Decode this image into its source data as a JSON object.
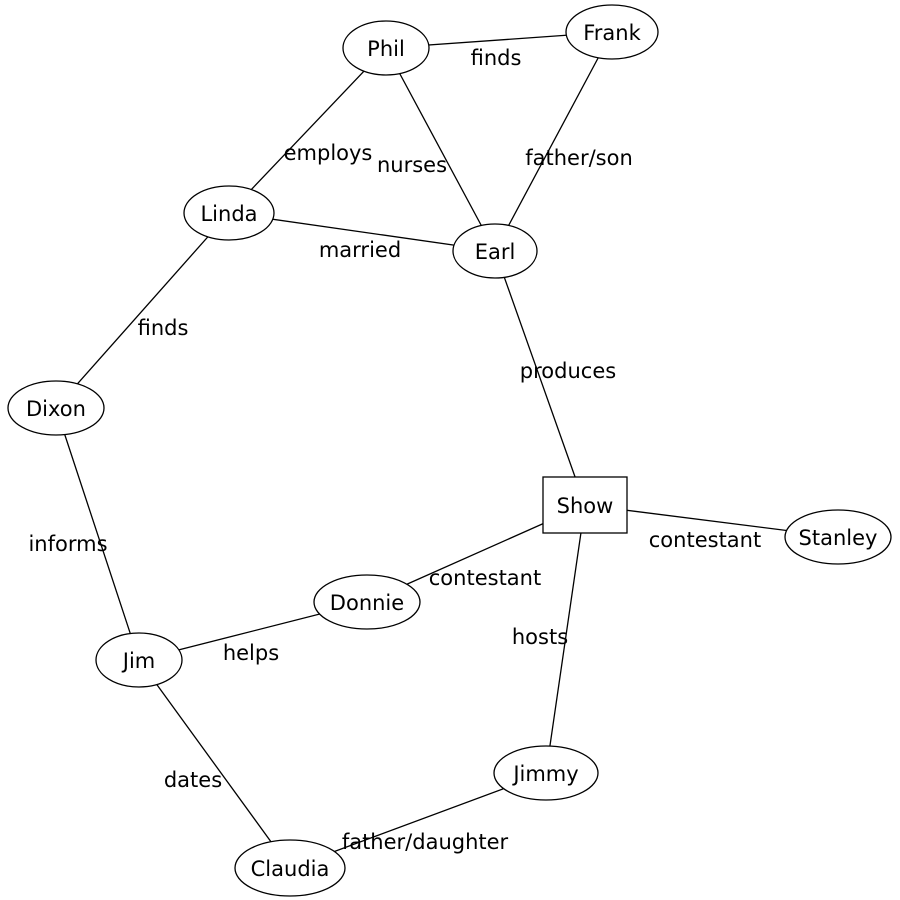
{
  "nodes": [
    {
      "id": "phil",
      "label": "Phil",
      "shape": "ellipse"
    },
    {
      "id": "frank",
      "label": "Frank",
      "shape": "ellipse"
    },
    {
      "id": "linda",
      "label": "Linda",
      "shape": "ellipse"
    },
    {
      "id": "earl",
      "label": "Earl",
      "shape": "ellipse"
    },
    {
      "id": "dixon",
      "label": "Dixon",
      "shape": "ellipse"
    },
    {
      "id": "show",
      "label": "Show",
      "shape": "box"
    },
    {
      "id": "stanley",
      "label": "Stanley",
      "shape": "ellipse"
    },
    {
      "id": "donnie",
      "label": "Donnie",
      "shape": "ellipse"
    },
    {
      "id": "jim",
      "label": "Jim",
      "shape": "ellipse"
    },
    {
      "id": "jimmy",
      "label": "Jimmy",
      "shape": "ellipse"
    },
    {
      "id": "claudia",
      "label": "Claudia",
      "shape": "ellipse"
    }
  ],
  "edges": [
    {
      "from": "phil",
      "to": "frank",
      "label": "finds"
    },
    {
      "from": "frank",
      "to": "earl",
      "label": "father/son"
    },
    {
      "from": "phil",
      "to": "linda",
      "label": "employs"
    },
    {
      "from": "phil",
      "to": "earl",
      "label": "nurses"
    },
    {
      "from": "linda",
      "to": "earl",
      "label": "married"
    },
    {
      "from": "linda",
      "to": "dixon",
      "label": "finds"
    },
    {
      "from": "earl",
      "to": "show",
      "label": "produces"
    },
    {
      "from": "dixon",
      "to": "jim",
      "label": "informs"
    },
    {
      "from": "show",
      "to": "stanley",
      "label": "contestant"
    },
    {
      "from": "show",
      "to": "donnie",
      "label": "contestant"
    },
    {
      "from": "show",
      "to": "jimmy",
      "label": "hosts"
    },
    {
      "from": "jim",
      "to": "donnie",
      "label": "helps"
    },
    {
      "from": "jim",
      "to": "claudia",
      "label": "dates"
    },
    {
      "from": "claudia",
      "to": "jimmy",
      "label": "father/daughter"
    }
  ]
}
